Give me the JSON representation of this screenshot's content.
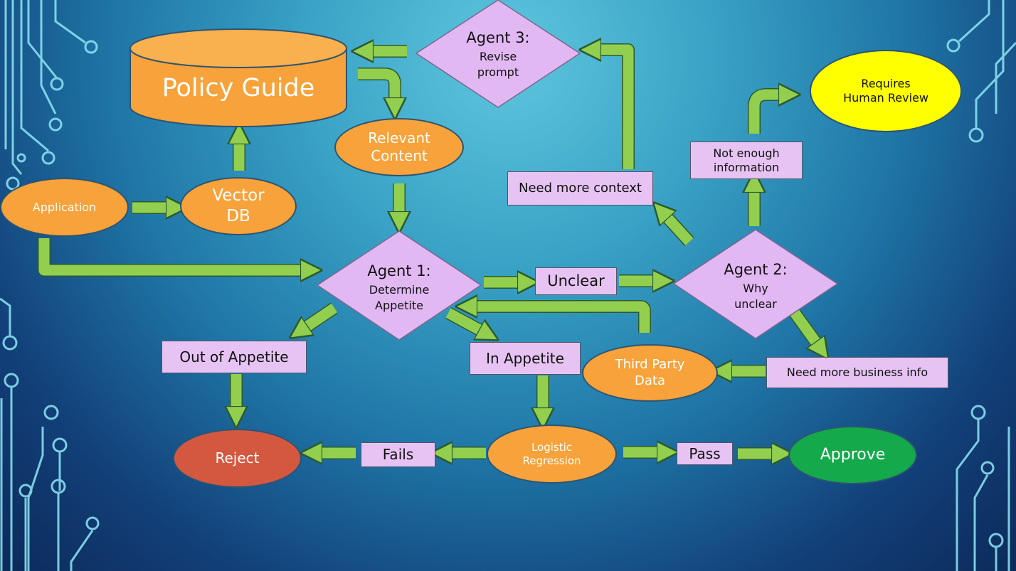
{
  "colors": {
    "orange": "#f7a23a",
    "lavender_box": "#e6c3f3",
    "diamond": "#e2b8f3",
    "reject": "#d4583f",
    "approve": "#14a94b",
    "human_review": "#ffff00",
    "arrow": "#92cf4f",
    "circuit": "#8ee7f5"
  },
  "nodes": {
    "policy_guide": "Policy Guide",
    "application": "Application",
    "vector_db": [
      "Vector",
      "DB"
    ],
    "relevant_content": [
      "Relevant",
      "Content"
    ],
    "agent3": {
      "title": "Agent 3:",
      "lines": [
        "Revise",
        "prompt"
      ]
    },
    "agent1": {
      "title": "Agent 1:",
      "lines": [
        "Determine",
        "Appetite"
      ]
    },
    "agent2": {
      "title": "Agent 2:",
      "lines": [
        "Why",
        "unclear"
      ]
    },
    "unclear": "Unclear",
    "need_more_context": "Need more context",
    "not_enough_information": [
      "Not enough",
      "information"
    ],
    "requires_human_review": [
      "Requires",
      "Human Review"
    ],
    "out_of_appetite": "Out of Appetite",
    "in_appetite": "In Appetite",
    "third_party_data": [
      "Third Party",
      "Data"
    ],
    "need_more_business_info": "Need more business info",
    "reject": "Reject",
    "fails": "Fails",
    "logistic_regression": [
      "Logistic",
      "Regression"
    ],
    "pass": "Pass",
    "approve": "Approve"
  }
}
